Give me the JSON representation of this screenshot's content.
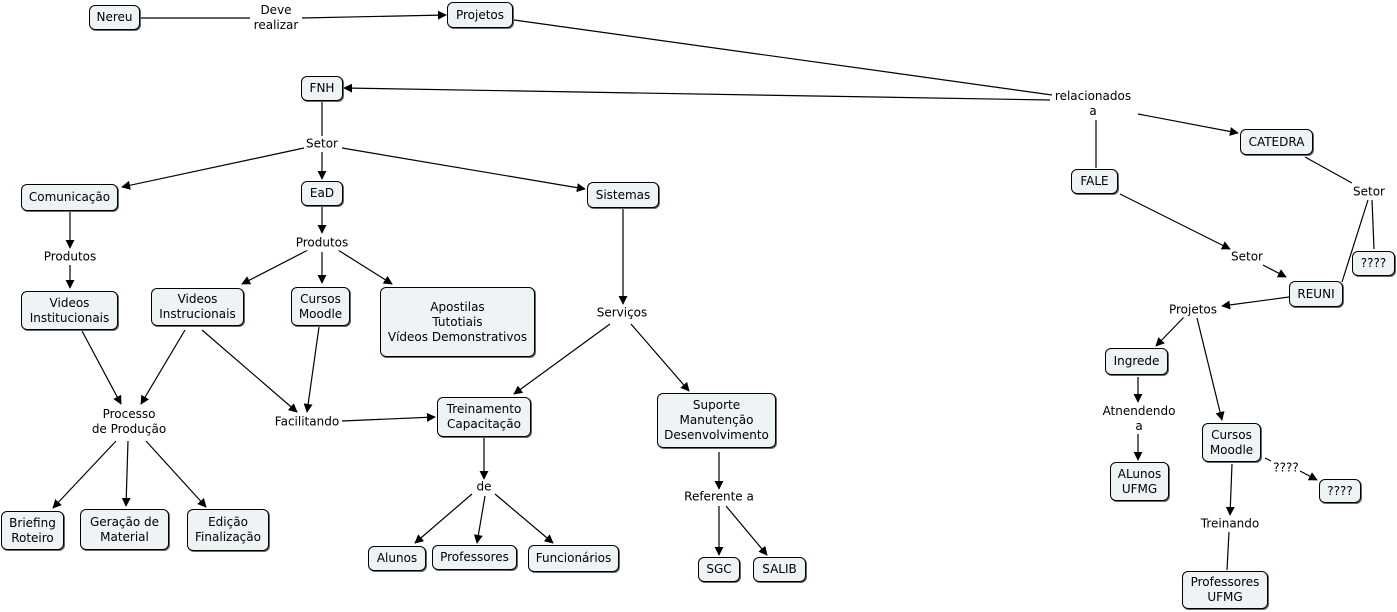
{
  "concepts": {
    "nereu": "Nereu",
    "projetos": "Projetos",
    "fnh": "FNH",
    "comunicacao": "Comunicação",
    "ead": "EaD",
    "sistemas": "Sistemas",
    "videos_institucionais": "Videos\nInstitucionais",
    "videos_instrucionais": "Videos\nInstrucionais",
    "cursos_moodle": "Cursos\nMoodle",
    "apostilas": "Apostilas\nTutotiais\nVídeos Demonstrativos",
    "treinamento": "Treinamento\nCapacitação",
    "suporte": "Suporte\nManutenção\nDesenvolvimento",
    "briefing": "Briefing\nRoteiro",
    "geracao": "Geração de\nMaterial",
    "edicao": "Edição\nFinalização",
    "alunos": "Alunos",
    "professores": "Professores",
    "funcionarios": "Funcionários",
    "sgc": "SGC",
    "salib": "SALIB",
    "catedra": "CATEDRA",
    "fale": "FALE",
    "q1": "????",
    "reuni": "REUNI",
    "ingrede": "Ingrede",
    "alunos_ufmg": "ALunos\nUFMG",
    "cursos_moodle2": "Cursos\nMoodle",
    "q2": "????",
    "professores_ufmg": "Professores\nUFMG"
  },
  "links": {
    "deve_realizar": "Deve\nrealizar",
    "relacionados": "relacionados\na",
    "setor_fnh": "Setor",
    "produtos_com": "Produtos",
    "produtos_ead": "Produtos",
    "servicos": "Serviços",
    "processo": "Processo\nde Produção",
    "facilitando": "Facilitando",
    "de": "de",
    "referente": "Referente a",
    "setor_fale": "Setor",
    "setor_catedra": "Setor",
    "projetos_reuni": "Projetos",
    "atendendo": "Atnendendo\na",
    "q_link": "????",
    "treinando": "Treinando"
  }
}
